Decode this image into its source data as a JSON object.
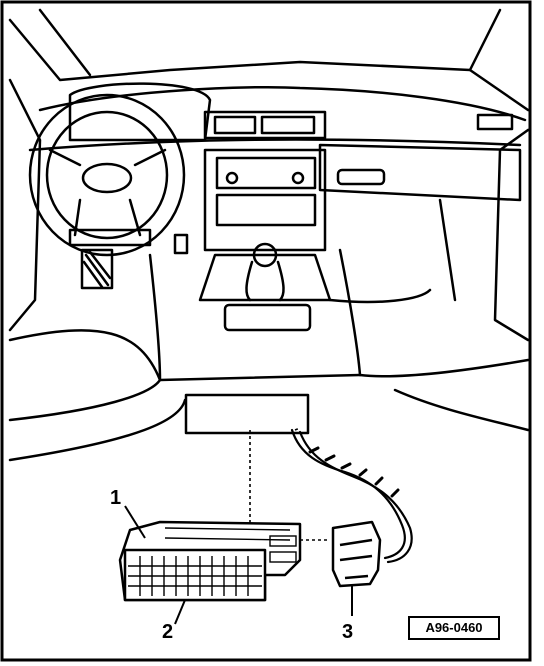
{
  "figure": {
    "callouts": [
      "1",
      "2",
      "3"
    ],
    "code": "A96-0460"
  }
}
